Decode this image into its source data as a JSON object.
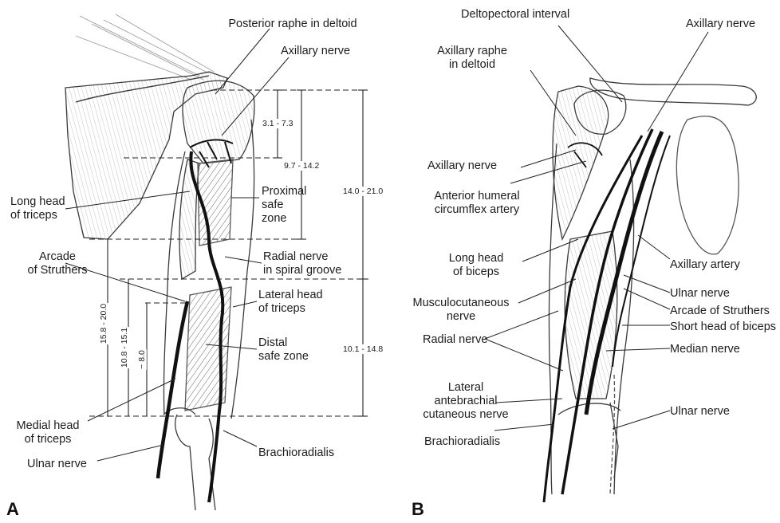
{
  "colors": {
    "ink": "#1c1c1c",
    "muscle": "#8a8a8a",
    "nerve": "#111111",
    "hatch": "#555555",
    "background": "#ffffff"
  },
  "panel_a": {
    "letter": "A",
    "labels": {
      "posterior_raphe": "Posterior raphe in deltoid",
      "axillary_nerve": "Axillary nerve",
      "long_head_triceps": "Long head\nof triceps",
      "proximal_safe_zone": "Proximal\nsafe\nzone",
      "radial_nerve_spiral": "Radial nerve\nin spiral groove",
      "arcade_struthers": "Arcade\nof Struthers",
      "lateral_head_triceps": "Lateral head\nof triceps",
      "distal_safe_zone": "Distal\nsafe zone",
      "medial_head_triceps": "Medial head\nof triceps",
      "ulnar_nerve": "Ulnar nerve",
      "brachioradialis": "Brachioradialis"
    },
    "measurements": {
      "m1": "3.1 - 7.3",
      "m2": "9.7 - 14.2",
      "m3": "14.0 - 21.0",
      "m4": "10.1 - 14.8",
      "m5": "15.8 - 20.0",
      "m6": "10.8 - 15.1",
      "m7": "~ 8.0"
    }
  },
  "panel_b": {
    "letter": "B",
    "labels": {
      "deltopectoral_interval": "Deltopectoral interval",
      "axillary_nerve_top": "Axillary nerve",
      "axillary_raphe": "Axillary raphe\nin deltoid",
      "axillary_nerve_left": "Axillary nerve",
      "anterior_humeral": "Anterior humeral\ncircumflex artery",
      "long_head_biceps": "Long head\nof biceps",
      "axillary_artery": "Axillary artery",
      "ulnar_nerve_1": "Ulnar nerve",
      "musculocutaneous": "Musculocutaneous\nnerve",
      "arcade_struthers": "Arcade of Struthers",
      "short_head_biceps": "Short head of biceps",
      "radial_nerve": "Radial nerve",
      "median_nerve": "Median nerve",
      "lateral_antebrachial": "Lateral\nantebrachial\ncutaneous nerve",
      "ulnar_nerve_2": "Ulnar nerve",
      "brachioradialis": "Brachioradialis"
    }
  }
}
